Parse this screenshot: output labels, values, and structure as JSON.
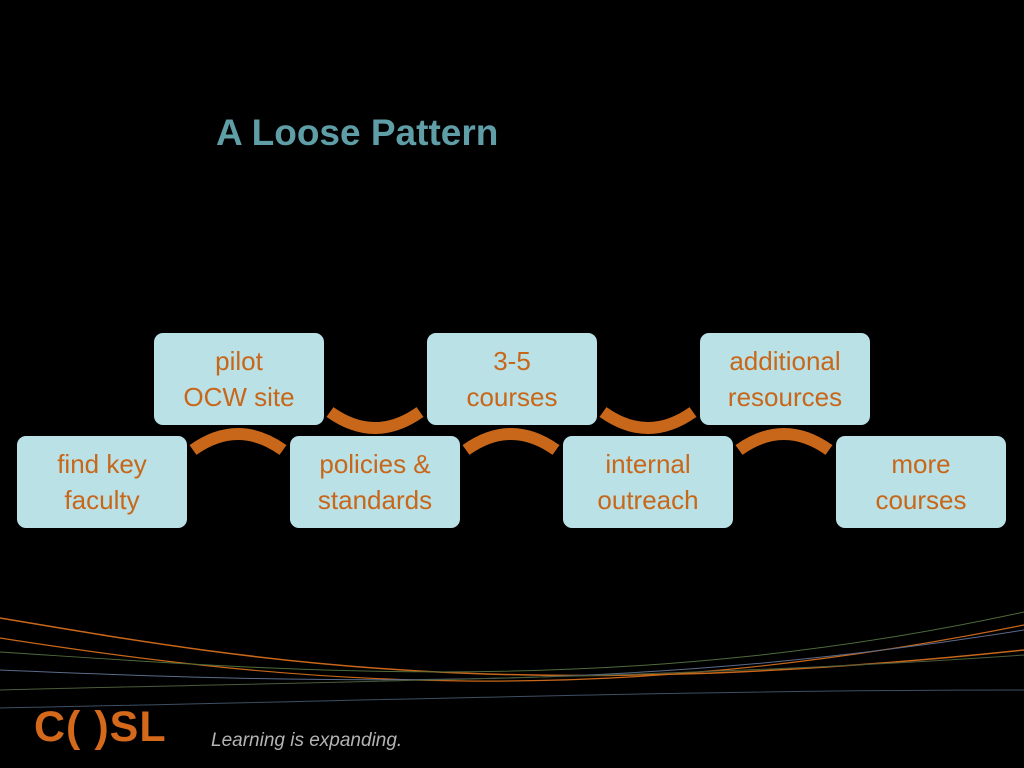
{
  "title": "A Loose Pattern",
  "colors": {
    "background": "#000000",
    "title": "#5f9ea7",
    "box_fill": "#b9e1e6",
    "box_text": "#c8671a",
    "connector": "#c8671a",
    "logo": "#d4691c",
    "tagline": "#b4b4b4"
  },
  "top_row": [
    {
      "line1": "pilot",
      "line2": "OCW site"
    },
    {
      "line1": "3-5",
      "line2": "courses"
    },
    {
      "line1": "additional",
      "line2": "resources"
    }
  ],
  "bottom_row": [
    {
      "line1": "find key",
      "line2": "faculty"
    },
    {
      "line1": "policies &",
      "line2": "standards"
    },
    {
      "line1": "internal",
      "line2": "outreach"
    },
    {
      "line1": "more",
      "line2": "courses"
    }
  ],
  "footer": {
    "logo_text": "C( )SL",
    "tagline": "Learning is expanding."
  }
}
